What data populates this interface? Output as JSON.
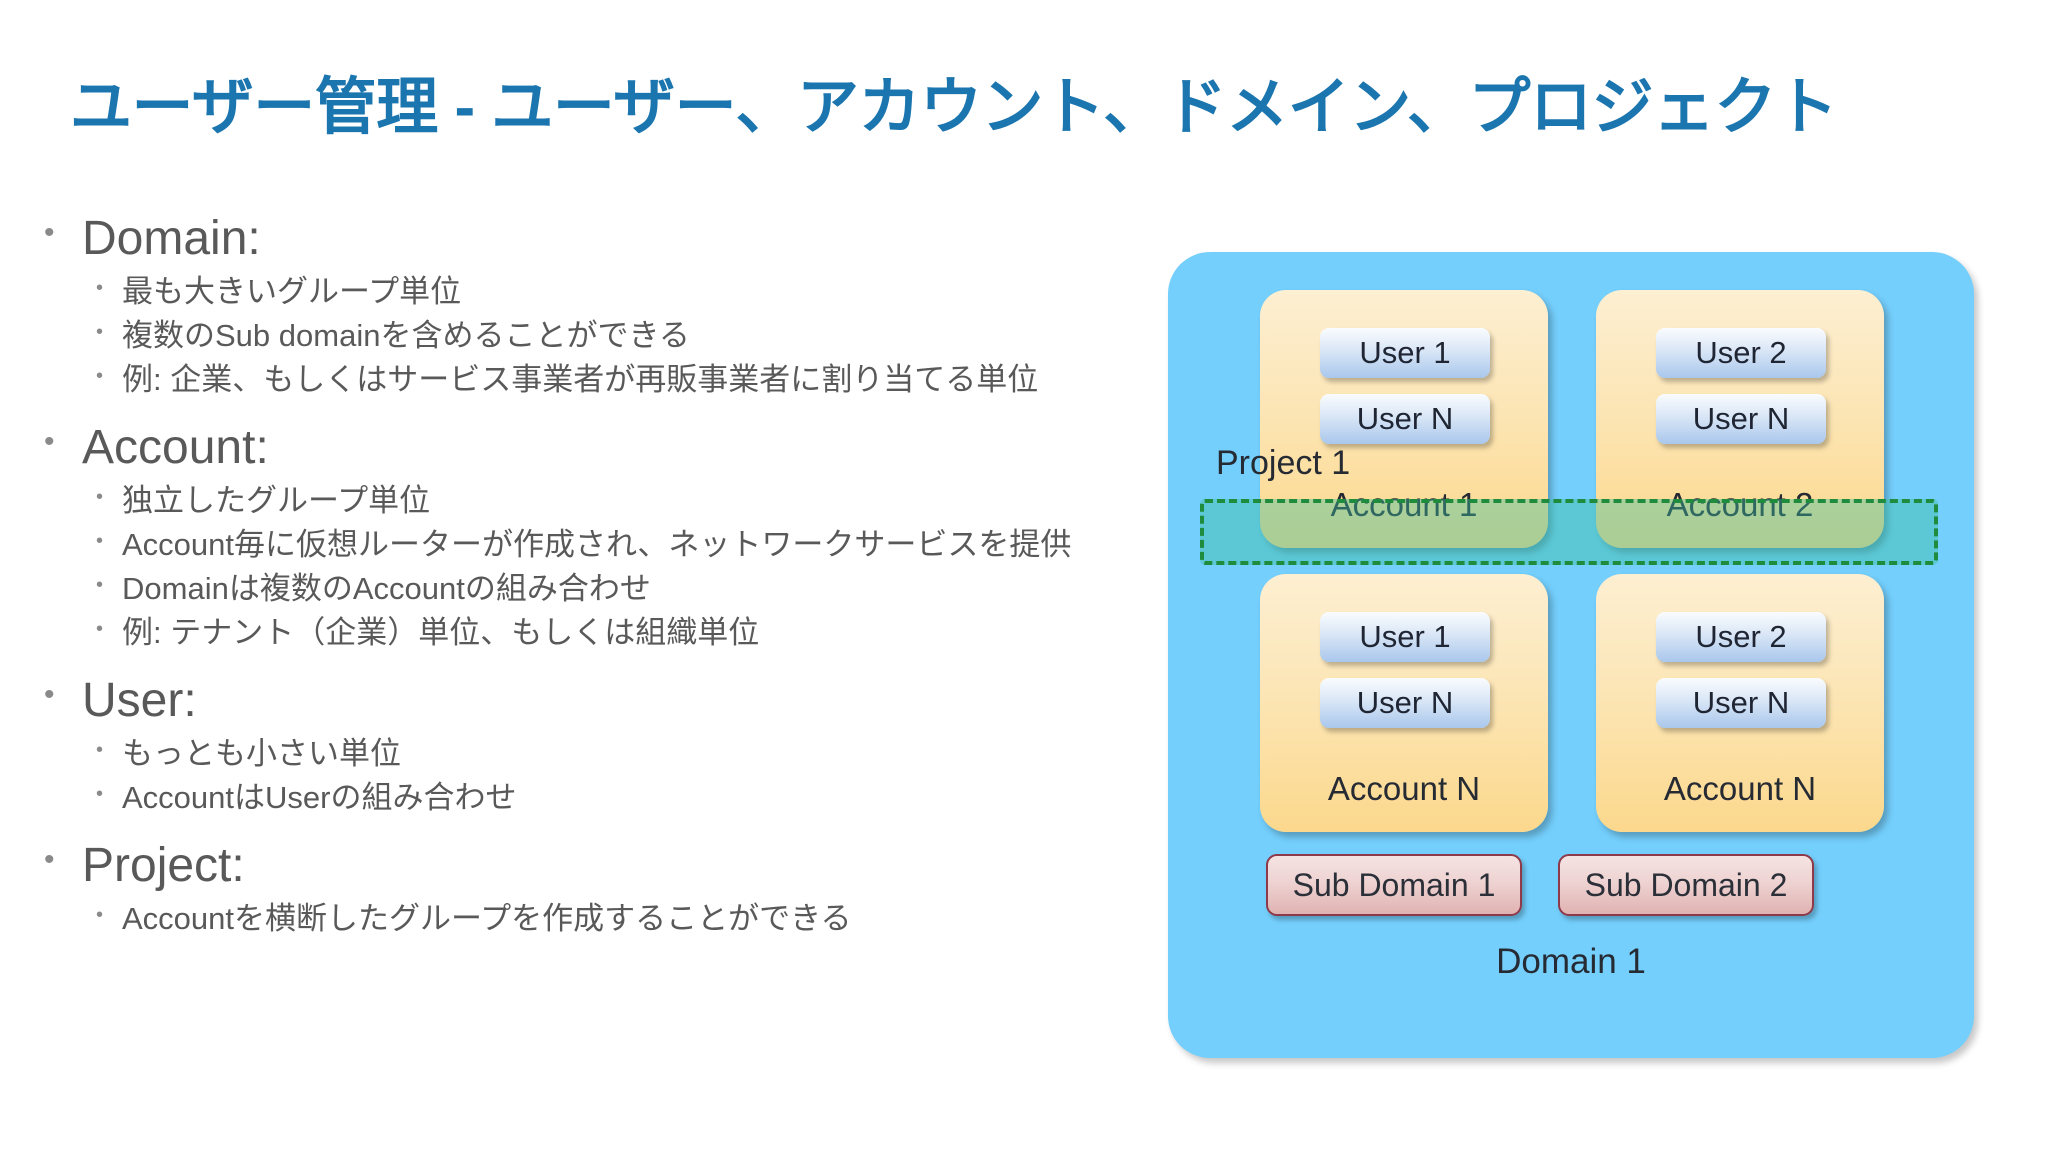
{
  "slide": {
    "title": "ユーザー管理 - ユーザー、アカウント、ドメイン、プロジェクト",
    "title_color": "#1B75AF",
    "body_text_color": "#595959"
  },
  "bullets": [
    {
      "heading": "Domain:",
      "items": [
        "最も大きいグループ単位",
        "複数のSub domainを含めることができる",
        "例: 企業、もしくはサービス事業者が再販事業者に割り当てる単位"
      ]
    },
    {
      "heading": "Account:",
      "items": [
        "独立したグループ単位",
        "Account毎に仮想ルーターが作成され、ネットワークサービスを提供",
        "Domainは複数のAccountの組み合わせ",
        "例: テナント（企業）単位、もしくは組織単位"
      ]
    },
    {
      "heading": "User:",
      "items": [
        "もっとも小さい単位",
        "AccountはUserの組み合わせ"
      ]
    },
    {
      "heading": "Project:",
      "items": [
        "Accountを横断したグループを作成することができる"
      ]
    }
  ],
  "diagram": {
    "domain_label": "Domain 1",
    "domain_color": "#74CFFC",
    "account_color": "#FCE5B4",
    "user_color": "#C2D8F2",
    "subdomain_color": "#EDD3D2",
    "project_band_color": "#3CBEA0",
    "project_band_border_color": "#1E8C3C",
    "project_label": "Project 1",
    "accounts": [
      {
        "label": "Account 1",
        "users": [
          "User 1",
          "User N"
        ]
      },
      {
        "label": "Account 2",
        "users": [
          "User 2",
          "User N"
        ]
      },
      {
        "label": "Account N",
        "users": [
          "User 1",
          "User N"
        ]
      },
      {
        "label": "Account N",
        "users": [
          "User 2",
          "User N"
        ]
      }
    ],
    "subdomains": [
      "Sub Domain 1",
      "Sub Domain 2"
    ],
    "bullet_glyph": "•"
  }
}
